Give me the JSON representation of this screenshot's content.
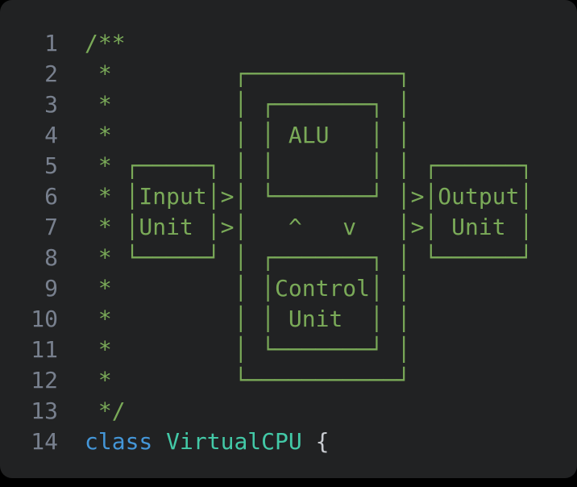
{
  "window": {
    "background": "#212223",
    "outside_background": "#000000"
  },
  "editor": {
    "colors": {
      "line_number": "#78808e",
      "comment": "#7aaa58",
      "keyword": "#4496d8",
      "type": "#43c9a7",
      "punctuation": "#c9ccd1"
    },
    "lines": [
      {
        "number": "1",
        "tokens": [
          {
            "text": "/**",
            "style": "comment"
          }
        ]
      },
      {
        "number": "2",
        "tokens": [
          {
            "text": " *         ┌───────────┐",
            "style": "comment"
          }
        ]
      },
      {
        "number": "3",
        "tokens": [
          {
            "text": " *         │ ┌───────┐ │",
            "style": "comment"
          }
        ]
      },
      {
        "number": "4",
        "tokens": [
          {
            "text": " *         │ │ ALU   │ │",
            "style": "comment"
          }
        ]
      },
      {
        "number": "5",
        "tokens": [
          {
            "text": " * ┌─────┐ │ │       │ │ ┌──────┐",
            "style": "comment"
          }
        ]
      },
      {
        "number": "6",
        "tokens": [
          {
            "text": " * │Input│>│ └───────┘ │>│Output│",
            "style": "comment"
          }
        ]
      },
      {
        "number": "7",
        "tokens": [
          {
            "text": " * │Unit │>│   ^   v   │>│ Unit │",
            "style": "comment"
          }
        ]
      },
      {
        "number": "8",
        "tokens": [
          {
            "text": " * └─────┘ │ ┌───────┐ │ └──────┘",
            "style": "comment"
          }
        ]
      },
      {
        "number": "9",
        "tokens": [
          {
            "text": " *         │ │Control│ │",
            "style": "comment"
          }
        ]
      },
      {
        "number": "10",
        "tokens": [
          {
            "text": " *         │ │ Unit  │ │",
            "style": "comment"
          }
        ]
      },
      {
        "number": "11",
        "tokens": [
          {
            "text": " *         │ └───────┘ │",
            "style": "comment"
          }
        ]
      },
      {
        "number": "12",
        "tokens": [
          {
            "text": " *         └───────────┘",
            "style": "comment"
          }
        ]
      },
      {
        "number": "13",
        "tokens": [
          {
            "text": " */",
            "style": "comment"
          }
        ]
      },
      {
        "number": "14",
        "tokens": [
          {
            "text": "class",
            "style": "keyword"
          },
          {
            "text": " ",
            "style": "punctuation"
          },
          {
            "text": "VirtualCPU",
            "style": "type"
          },
          {
            "text": " {",
            "style": "punctuation"
          }
        ]
      }
    ]
  }
}
